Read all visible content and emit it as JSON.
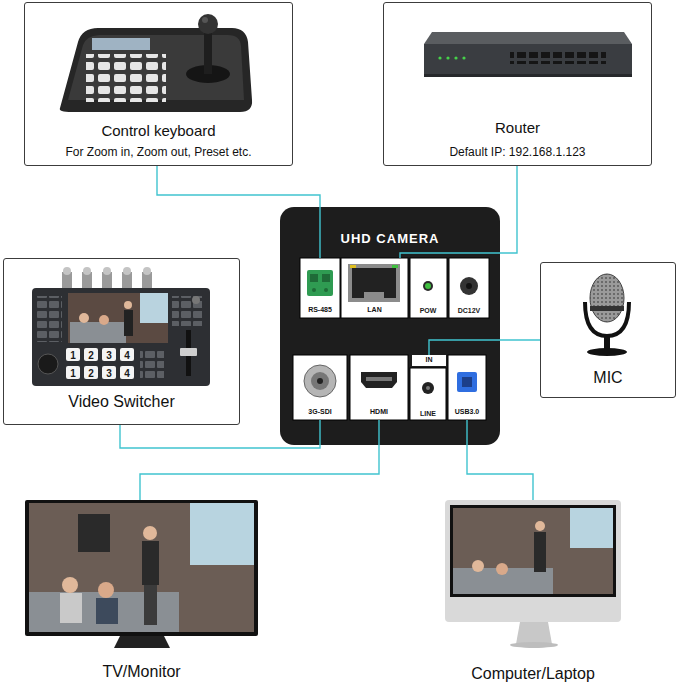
{
  "diagram": {
    "nodes": [
      {
        "text": [
          "Control keyboard",
          "For Zoom in, Zoom out, Preset etc."
        ]
      },
      {
        "text": [
          "Router",
          "Default IP: 192.168.1.123"
        ]
      },
      {
        "text": [
          "UHD CAMERA"
        ]
      },
      {
        "text": [
          "RS-485"
        ],
        "in": 2
      },
      {
        "text": [
          "LAN"
        ],
        "in": 2
      },
      {
        "text": [
          "IN"
        ],
        "in": 2
      },
      {
        "text": [
          "3G-SDI"
        ],
        "in": 2
      },
      {
        "text": [
          "HDMI"
        ],
        "in": 2
      },
      {
        "text": [
          "USB3.0"
        ],
        "in": 2
      },
      {
        "text": [
          "Video Switcher"
        ]
      },
      {
        "text": [
          "MIC"
        ]
      },
      {
        "text": [
          "TV/Monitor"
        ]
      },
      {
        "text": [
          "Computer/Laptop"
        ]
      }
    ],
    "edges": [
      {
        "from": 0,
        "to": 3,
        "arrow": "none"
      },
      {
        "from": 1,
        "to": 4,
        "arrow": "none"
      },
      {
        "from": 5,
        "to": 10,
        "arrow": "none"
      },
      {
        "from": 9,
        "to": 6,
        "arrow": "none"
      },
      {
        "from": 7,
        "to": 11,
        "arrow": "none"
      },
      {
        "from": 8,
        "to": 12,
        "arrow": "none"
      }
    ],
    "labels": [
      "POW",
      "DC12V",
      "LINE",
      "1",
      "2",
      "3",
      "4",
      "1",
      "2",
      "3",
      "4"
    ]
  }
}
